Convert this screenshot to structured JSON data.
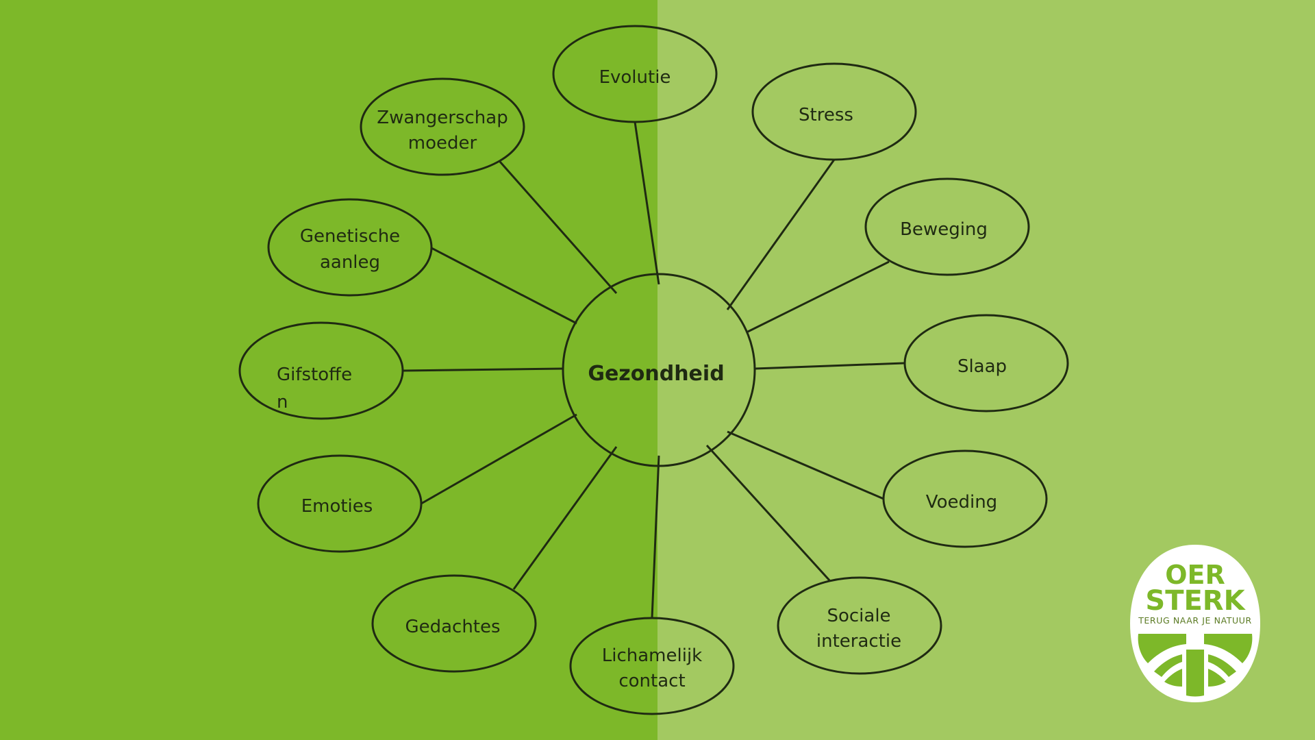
{
  "diagram": {
    "center": {
      "label": "Gezondheid"
    },
    "nodes": {
      "evolutie": {
        "lines": [
          "Evolutie"
        ]
      },
      "stress": {
        "lines": [
          "Stress"
        ]
      },
      "beweging": {
        "lines": [
          "Beweging"
        ]
      },
      "slaap": {
        "lines": [
          "Slaap"
        ]
      },
      "voeding": {
        "lines": [
          "Voeding"
        ]
      },
      "sociale_interactie": {
        "lines": [
          "Sociale",
          "interactie"
        ]
      },
      "lichamelijk_contact": {
        "lines": [
          "Lichamelijk",
          "contact"
        ]
      },
      "gedachtes": {
        "lines": [
          "Gedachtes"
        ]
      },
      "emoties": {
        "lines": [
          "Emoties"
        ]
      },
      "gifstoffen": {
        "lines": [
          "Gifstoffe",
          "n"
        ]
      },
      "genetische_aanleg": {
        "lines": [
          "Genetische",
          "aanleg"
        ]
      },
      "zwangerschap_moeder": {
        "lines": [
          "Zwangerschap",
          "moeder"
        ]
      }
    }
  },
  "logo": {
    "line1": "OER",
    "line2": "STERK",
    "tagline": "TERUG NAAR JE NATUUR"
  },
  "colors": {
    "background_left": "#7db829",
    "background_right": "#a3c961",
    "stroke": "#1f2a12",
    "logo_green": "#7db829",
    "logo_white": "#ffffff"
  }
}
